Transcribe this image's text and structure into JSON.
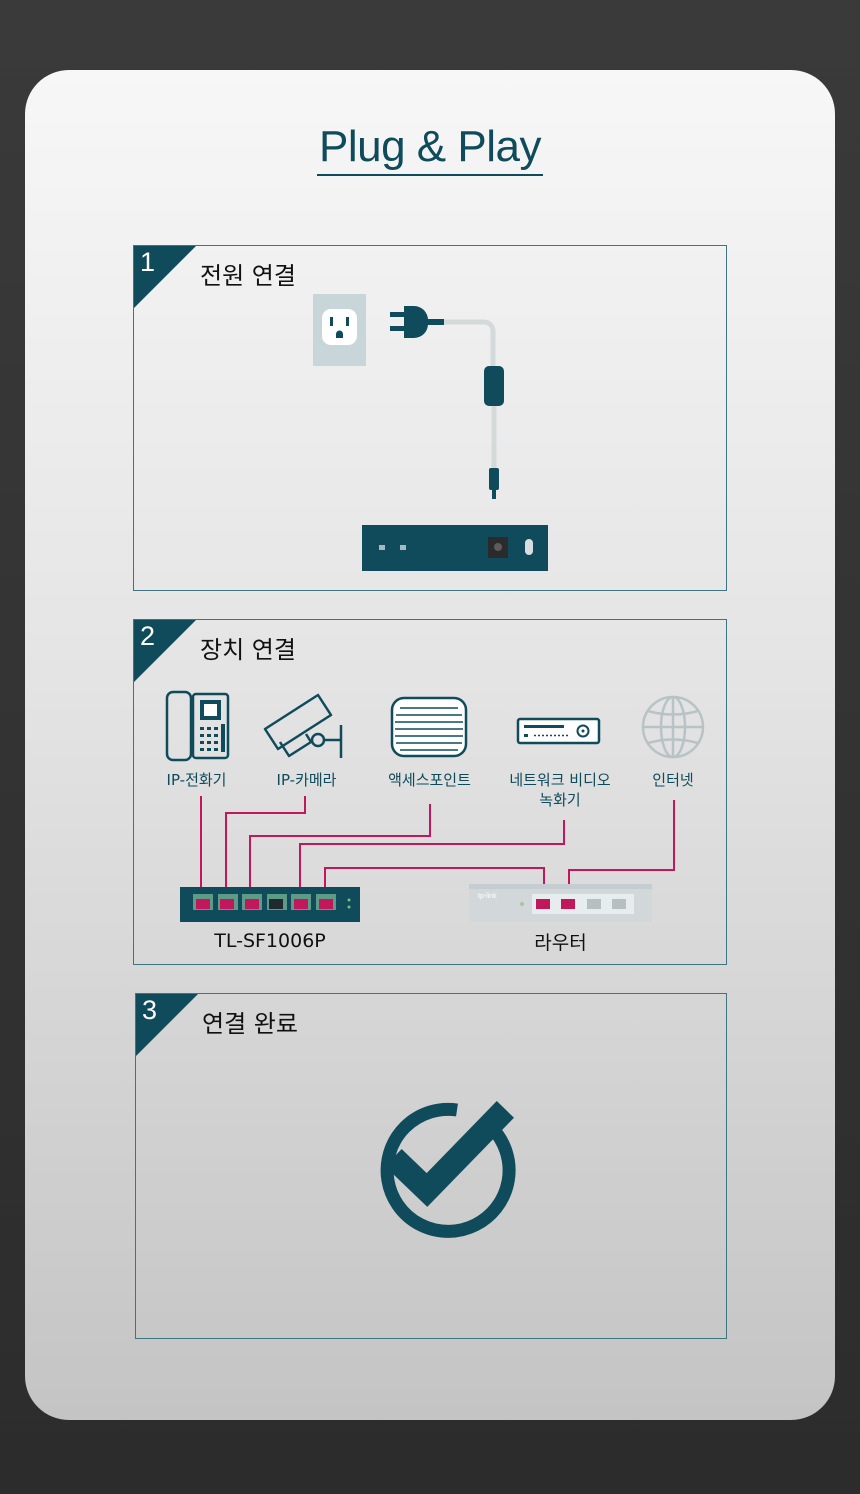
{
  "title": "Plug & Play",
  "steps": [
    {
      "number": "1",
      "title": "전원 연결"
    },
    {
      "number": "2",
      "title": "장치 연결"
    },
    {
      "number": "3",
      "title": "연결 완료"
    }
  ],
  "devices": {
    "ip_phone": "IP-전화기",
    "ip_camera": "IP-카메라",
    "access_point": "액세스포인트",
    "nvr": "네트워크 비디오\n녹화기",
    "internet": "인터넷"
  },
  "hardware": {
    "switch": "TL-SF1006P",
    "router": "라우터",
    "router_brand": "tp-link"
  },
  "colors": {
    "teal": "#0f4b5b",
    "cable": "#c2185b",
    "gray_device": "#cfd4d6"
  }
}
